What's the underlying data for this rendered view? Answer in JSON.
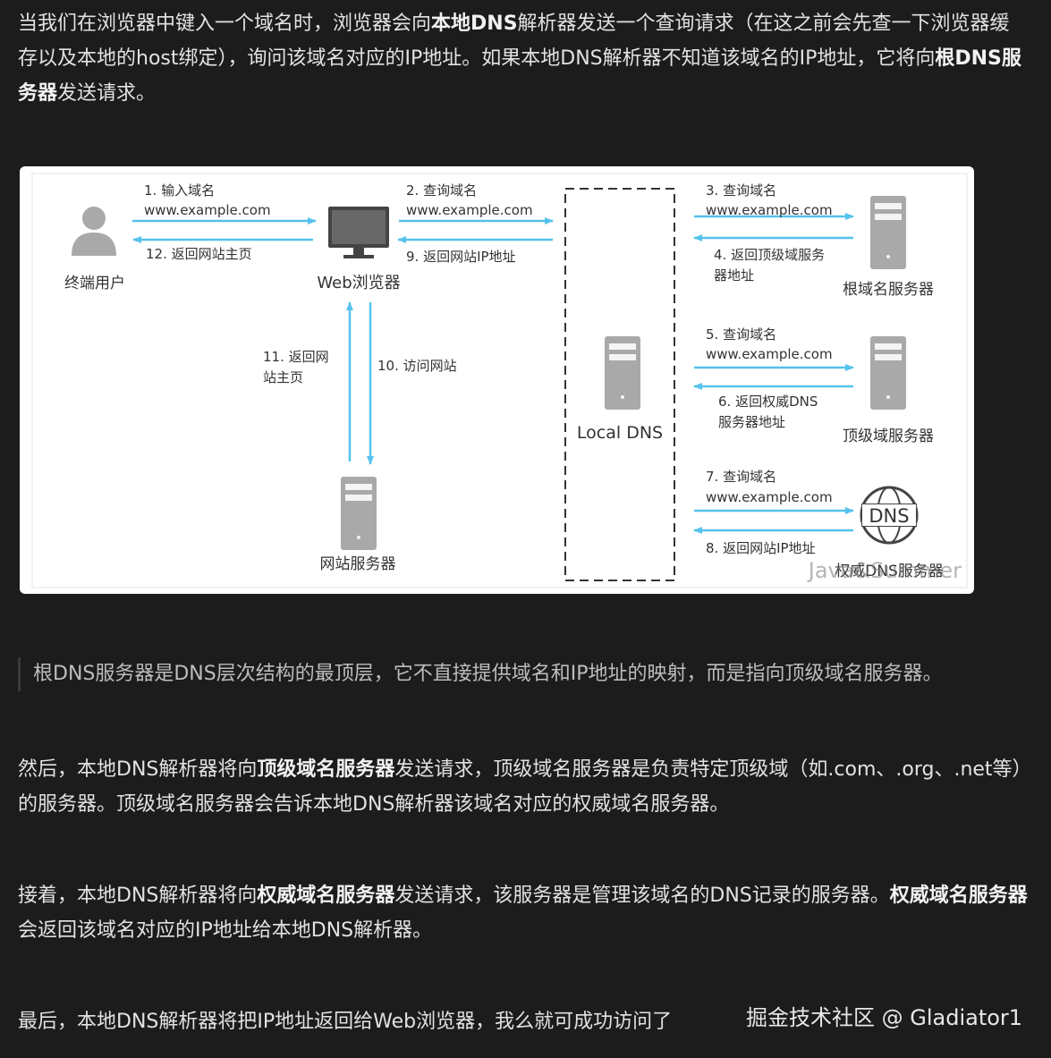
{
  "para1": {
    "s1": "当我们在浏览器中键入一个域名时，浏览器会向",
    "b1": "本地DNS",
    "s2": "解析器发送一个查询请求（在这之前会先查一下浏览器缓存以及本地的host绑定），询问该域名对应的IP地址。如果本地DNS解析器不知道该域名的IP地址，它将向",
    "b2": "根DNS服务器",
    "s3": "发送请求。"
  },
  "diagram": {
    "user_label": "终端用户",
    "browser_label": "Web浏览器",
    "local_dns_label": "Local DNS",
    "root_label": "根域名服务器",
    "tld_label": "顶级域服务器",
    "auth_label": "权威DNS服务器",
    "web_server_label": "网站服务器",
    "dns_globe_text": "DNS",
    "watermark": "Java&Summer",
    "step1": {
      "title": "1. 输入域名",
      "domain": "www.example.com"
    },
    "step12": "12. 返回网站主页",
    "step2": {
      "title": "2. 查询域名",
      "domain": "www.example.com"
    },
    "step9": "9. 返回网站IP地址",
    "step3": {
      "title": "3. 查询域名",
      "domain": "www.example.com"
    },
    "step4": {
      "line1": "4. 返回顶级域服务",
      "line2": "器地址"
    },
    "step5": {
      "title": "5. 查询域名",
      "domain": "www.example.com"
    },
    "step6": {
      "line1": "6. 返回权威DNS",
      "line2": "服务器地址"
    },
    "step7": {
      "title": "7. 查询域名",
      "domain": "www.example.com"
    },
    "step8": "8. 返回网站IP地址",
    "step11": {
      "line1": "11. 返回网",
      "line2": "站主页"
    },
    "step10": "10. 访问网站"
  },
  "quote": "根DNS服务器是DNS层次结构的最顶层，它不直接提供域名和IP地址的映射，而是指向顶级域名服务器。",
  "para2": {
    "s1": "然后，本地DNS解析器将向",
    "b1": "顶级域名服务器",
    "s2": "发送请求，顶级域名服务器是负责特定顶级域（如.com、.org、.net等）的服务器。顶级域名服务器会告诉本地DNS解析器该域名对应的权威域名服务器。"
  },
  "para3": {
    "s1": "接着，本地DNS解析器将向",
    "b1": "权威域名服务器",
    "s2": "发送请求，该服务器是管理该域名的DNS记录的服务器。",
    "b2": "权威域名服务器",
    "s3": "会返回该域名对应的IP地址给本地DNS解析器。"
  },
  "para4": "最后，本地DNS解析器将把IP地址返回给Web浏览器，我么就可成功访问了",
  "watermark": "掘金技术社区 @ Gladiator1",
  "colors": {
    "arrow": "#55c3ec",
    "server": "#a9a9a9",
    "background": "#1c1c1c"
  }
}
